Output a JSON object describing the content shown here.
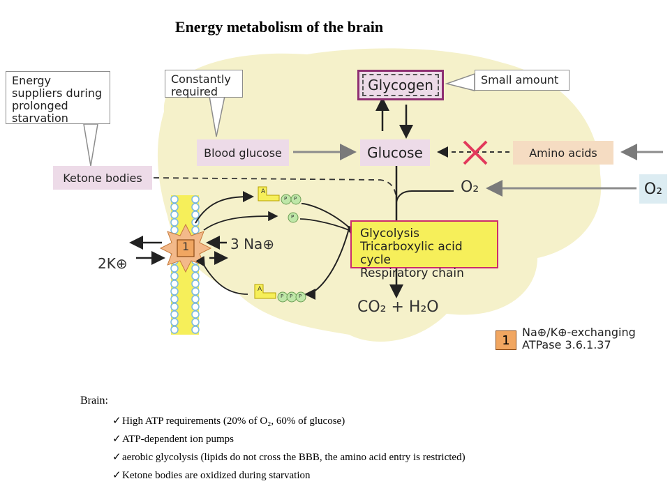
{
  "title": "Energy metabolism of the brain",
  "diagram": {
    "callouts": {
      "ketone_suppliers": "Energy suppliers during prolonged starvation",
      "constantly_required": "Constantly required",
      "small_amount": "Small amount"
    },
    "nodes": {
      "glycogen": "Glycogen",
      "glucose": "Glucose",
      "blood_glucose": "Blood glucose",
      "amino_acids": "Amino acids",
      "ketone_bodies": "Ketone bodies",
      "pathways_line1": "Glycolysis",
      "pathways_line2": "Tricarboxylic acid cycle",
      "pathways_line3": "Respiratory chain"
    },
    "chem": {
      "o2_inner": "O₂",
      "o2_outer": "O₂",
      "co2_h2o": "CO₂ + H₂O",
      "sodium": "3 Na⊕",
      "potassium": "2K⊕",
      "pump_number": "1",
      "atp_a": "A",
      "phosphate": "P"
    },
    "legend": {
      "number": "1",
      "line1": "Na⊕/K⊕-exchanging",
      "line2": "ATPase 3.6.1.37"
    },
    "colors": {
      "brain_fill": "#f4f0c4",
      "pink_node": "#eddbe8",
      "orange_node": "#f5dcc2",
      "yellow_box": "#f6ef5a",
      "blocked_x": "#e2395b",
      "membrane": "#9fcfe9"
    }
  },
  "notes": {
    "heading": "Brain:",
    "items": [
      "High ATP requirements (20% of O₂, 60% of glucose)",
      "ATP-dependent ion pumps",
      "aerobic glycolysis (lipids do not cross the BBB, the amino acid entry is restricted)",
      "Ketone bodies are oxidized during starvation"
    ]
  }
}
